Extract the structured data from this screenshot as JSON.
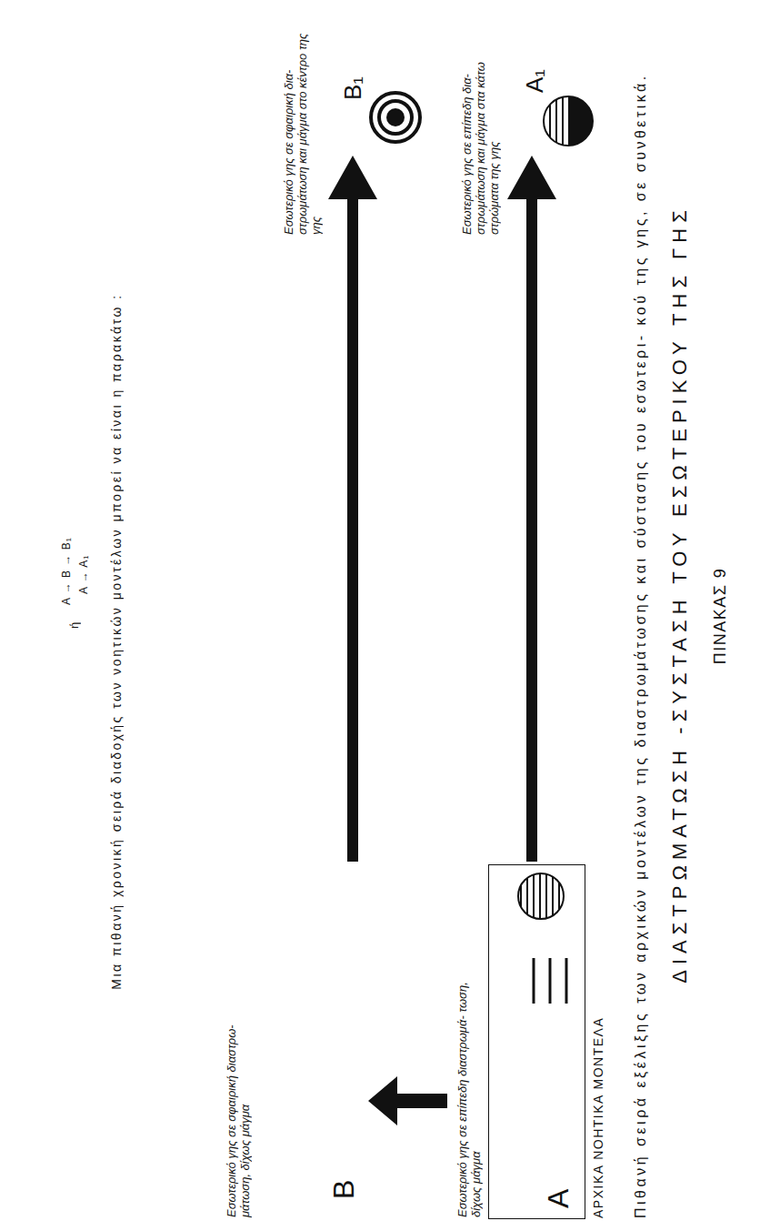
{
  "diagram": {
    "title": "ΔΙΑΣΤΡΩΜΑΤΩΣΗ -ΣΥΣΤΑΣΗ ΤΟΥ ΕΣΩΤΕΡΙΚΟΥ ΤΗΣ ΓΗΣ",
    "nodes": [
      {
        "text": [
          "A",
          "Εσωτερικό γης σε επίπεδη διαστρωμά- τωση, δίχως μάγμα"
        ]
      },
      {
        "text": [
          "A₁",
          "Εσωτερικό γης σε επίπεδη δια- στρωμάτωση και μάγμα στα κάτω στρώματα της γης"
        ]
      },
      {
        "text": [
          "B",
          "Εσωτερικό γης σε σφαιρική διαστρω- μάτωση, δίχως μάγμα"
        ]
      },
      {
        "text": [
          "B₁",
          "Εσωτερικό γης σε σφαιρική δια- στρωμάτωση και μάγμα στο κέντρο της γης"
        ]
      }
    ],
    "edges": [
      {
        "from": 0,
        "to": 1,
        "arrow": "to"
      },
      {
        "from": 0,
        "to": 2,
        "arrow": "to"
      },
      {
        "from": 2,
        "to": 3,
        "arrow": "to"
      }
    ],
    "labels": [
      "ΠΙΝΑΚΑΣ 9",
      "Πιθανή σειρά εξέλιξης των αρχικών μοντέλων της διαστρωμάτωσης και σύστασης του εσωτερι- κού της γης, σε συνθετικά.",
      "ΑΡΧΙΚΑ ΝΟΗΤΙΚΑ ΜΟΝΤΕΛΑ",
      "Μια πιθανή χρονική σειρά διαδοχής των νοητικών μοντέλων μπορεί να είναι η παρακάτω :",
      "ή",
      "A → A₁",
      "A → B → B₁"
    ]
  }
}
